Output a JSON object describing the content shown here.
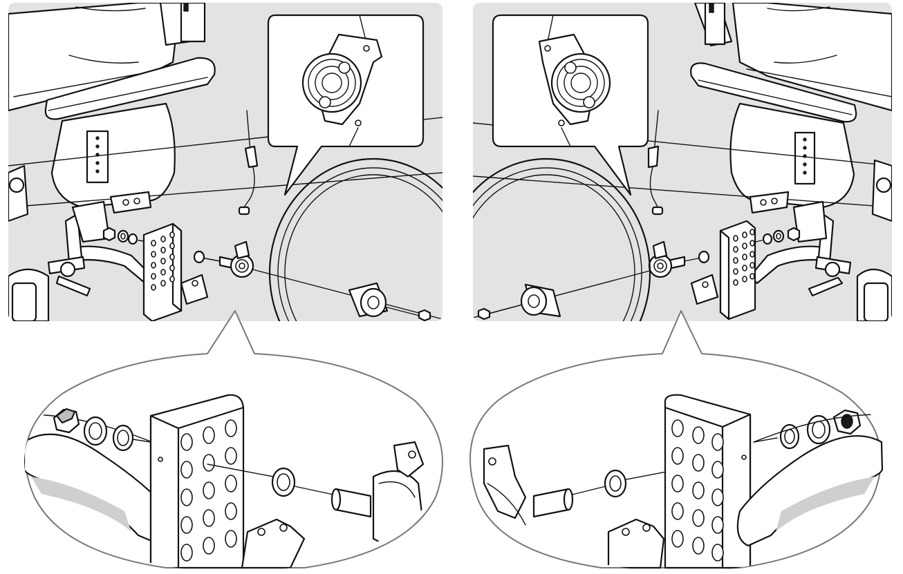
{
  "figure": {
    "kind": "wheelchair-assembly-illustration",
    "palette": {
      "background": "#ffffff",
      "panel_fill": "#e3e3e3",
      "line_color": "#111111",
      "part_fill": "#ffffff"
    },
    "views": [
      {
        "id": "left",
        "side": "left",
        "parts": [
          "armrest",
          "seat-back",
          "side-plate",
          "axle-bushing",
          "axle",
          "brake-hub",
          "wheel",
          "bolt",
          "nut",
          "washers"
        ]
      },
      {
        "id": "right",
        "side": "right",
        "parts": [
          "armrest",
          "seat-back",
          "side-plate",
          "axle-bushing",
          "axle",
          "brake-hub",
          "wheel",
          "bolt",
          "nut",
          "washers"
        ]
      }
    ]
  }
}
